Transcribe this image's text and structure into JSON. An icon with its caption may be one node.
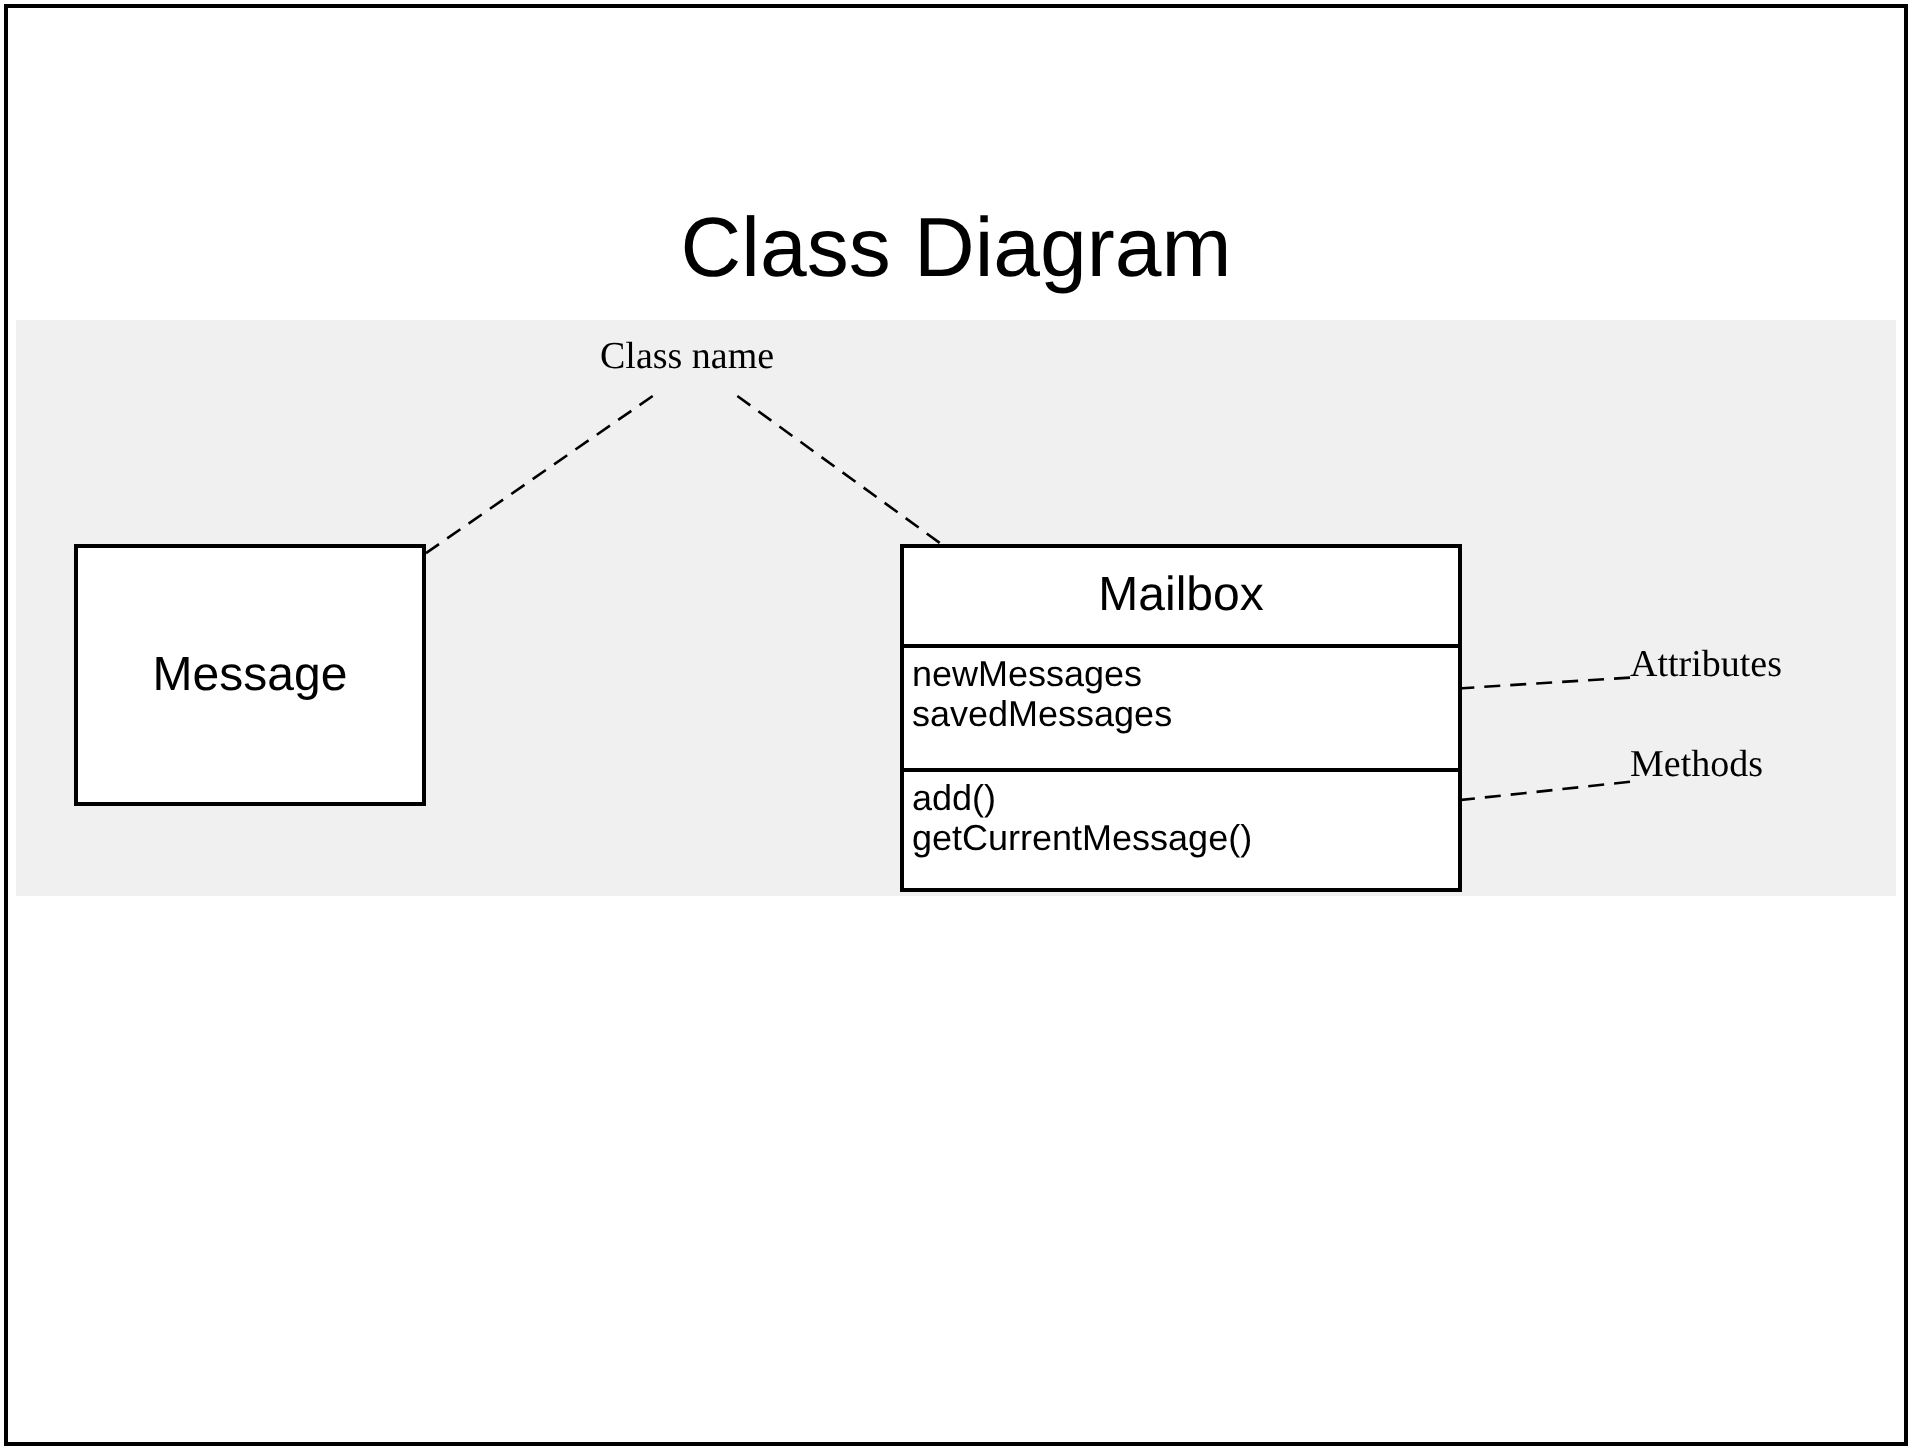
{
  "diagram": {
    "title": "Class Diagram",
    "nodes": [
      {
        "text": [
          "Class name"
        ]
      },
      {
        "text": [
          "Message"
        ]
      },
      {
        "text": [
          "Mailbox"
        ]
      },
      {
        "text": [
          "newMessages savedMessages"
        ],
        "in": 2
      },
      {
        "text": [
          "add() getCurrentMessage()"
        ],
        "in": 2
      },
      {
        "text": [
          "Attributes"
        ]
      },
      {
        "text": [
          "Methods"
        ]
      }
    ],
    "edges": [
      {
        "from": 0,
        "to": 1,
        "arrow": "none",
        "style": "dashed"
      },
      {
        "from": 0,
        "to": 2,
        "arrow": "none",
        "style": "dashed"
      },
      {
        "from": 5,
        "to": 3,
        "arrow": "none",
        "style": "dashed"
      },
      {
        "from": 6,
        "to": 4,
        "arrow": "none",
        "style": "dashed"
      }
    ]
  }
}
